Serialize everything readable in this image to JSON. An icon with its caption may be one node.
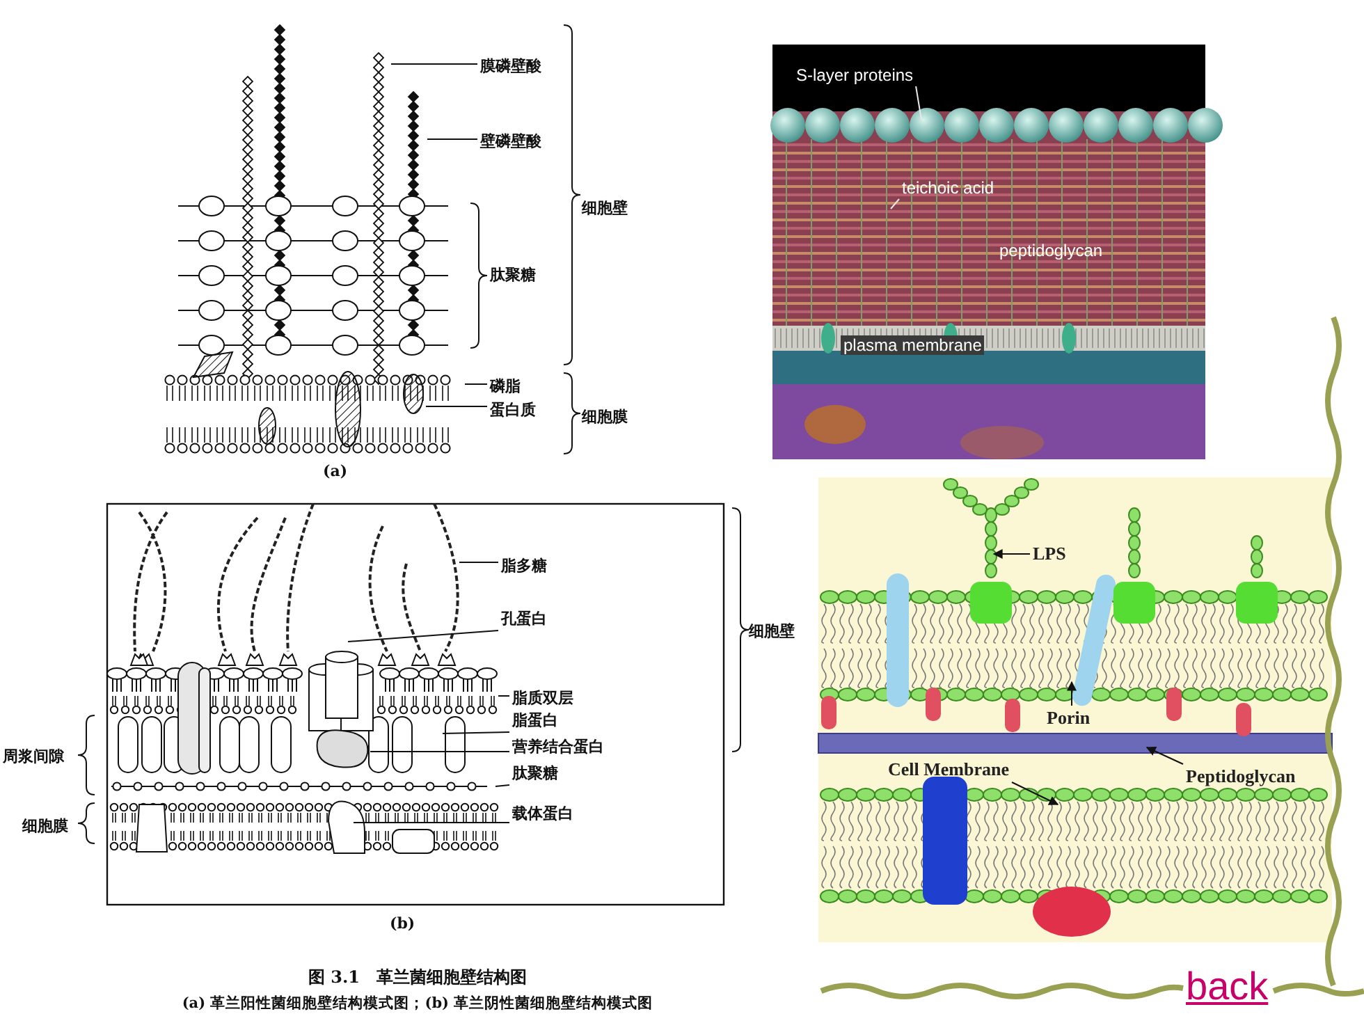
{
  "diagram": {
    "title": "图 3.1　革兰菌细胞壁结构图",
    "caption": "(a) 革兰阳性菌细胞壁结构模式图；(b) 革兰阴性菌细胞壁结构模式图",
    "nodes": [
      {
        "text": [
          "膜磷壁酸"
        ]
      },
      {
        "text": [
          "壁磷壁酸"
        ]
      },
      {
        "text": [
          "磷脂"
        ]
      },
      {
        "text": [
          "蛋白质"
        ]
      },
      {
        "text": [
          "脂多糖"
        ]
      },
      {
        "text": [
          "孔蛋白"
        ]
      },
      {
        "text": [
          "脂质双层"
        ]
      },
      {
        "text": [
          "脂蛋白"
        ]
      },
      {
        "text": [
          "营养结合蛋白"
        ]
      },
      {
        "text": [
          "肽聚糖"
        ]
      },
      {
        "text": [
          "载体蛋白"
        ]
      },
      {
        "text": [
          "S-layer proteins"
        ]
      },
      {
        "text": [
          "teichoic acid"
        ]
      },
      {
        "text": [
          "LPS"
        ]
      },
      {
        "text": [
          "Porin"
        ]
      },
      {
        "text": [
          "Cell Membrane"
        ]
      },
      {
        "text": [
          "Peptidoglycan"
        ]
      }
    ],
    "edges": [
      {
        "from": 0,
        "to": null,
        "arrow": "none"
      },
      {
        "from": 1,
        "to": null,
        "arrow": "none"
      },
      {
        "from": 2,
        "to": null,
        "arrow": "none"
      },
      {
        "from": 3,
        "to": null,
        "arrow": "none"
      },
      {
        "from": 4,
        "to": null,
        "arrow": "none"
      },
      {
        "from": 5,
        "to": null,
        "arrow": "none"
      },
      {
        "from": 6,
        "to": null,
        "arrow": "none"
      },
      {
        "from": 7,
        "to": null,
        "arrow": "none"
      },
      {
        "from": 8,
        "to": null,
        "arrow": "none"
      },
      {
        "from": 9,
        "to": null,
        "arrow": "none"
      },
      {
        "from": 10,
        "to": null,
        "arrow": "none"
      },
      {
        "from": 11,
        "to": null,
        "arrow": "none",
        "color": "#e8e8e8"
      },
      {
        "from": 12,
        "to": null,
        "arrow": "none",
        "color": "#e8e8e8"
      },
      {
        "from": 13,
        "to": null,
        "arrow": "to"
      },
      {
        "from": 14,
        "to": null,
        "arrow": "to"
      },
      {
        "from": 15,
        "to": null,
        "arrow": "to"
      },
      {
        "from": 16,
        "to": null,
        "arrow": "to"
      }
    ],
    "labels": [
      "肽聚糖",
      "细胞壁",
      "细胞膜",
      "(a)",
      "细胞壁",
      "周浆间隙",
      "细胞膜",
      "(b)",
      "peptidoglycan",
      "plasma membrane",
      "back"
    ]
  }
}
